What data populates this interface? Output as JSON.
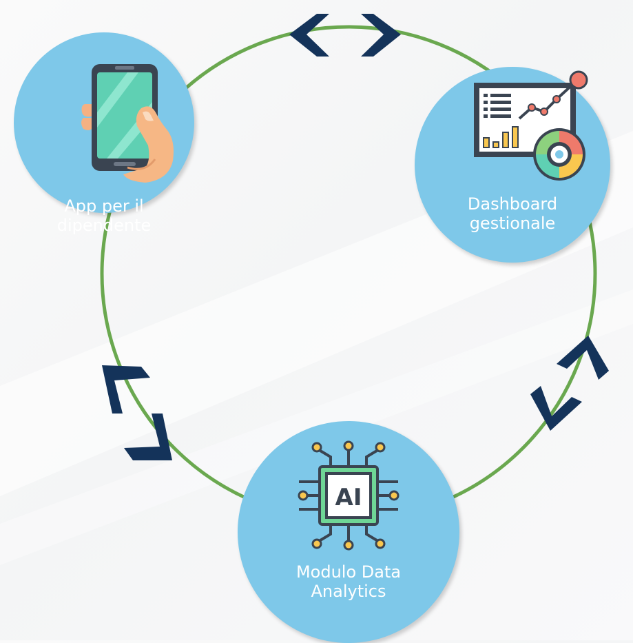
{
  "diagram": {
    "ring_color": "#6aa84f",
    "node_color": "#7ec8e9",
    "arrow_color": "#14335a",
    "nodes": [
      {
        "id": "app",
        "label": "App per il\ndipendente",
        "icon": "smartphone-hand-icon"
      },
      {
        "id": "dashboard",
        "label": "Dashboard\ngestionale",
        "icon": "analytics-dashboard-icon"
      },
      {
        "id": "analytics",
        "label": "Modulo Data\nAnalytics",
        "icon": "ai-chip-icon"
      }
    ],
    "chip_text": "AI",
    "connections": [
      {
        "from": "app",
        "to": "dashboard",
        "direction": "bidirectional"
      },
      {
        "from": "dashboard",
        "to": "analytics",
        "direction": "bidirectional"
      },
      {
        "from": "analytics",
        "to": "app",
        "direction": "bidirectional"
      }
    ]
  }
}
